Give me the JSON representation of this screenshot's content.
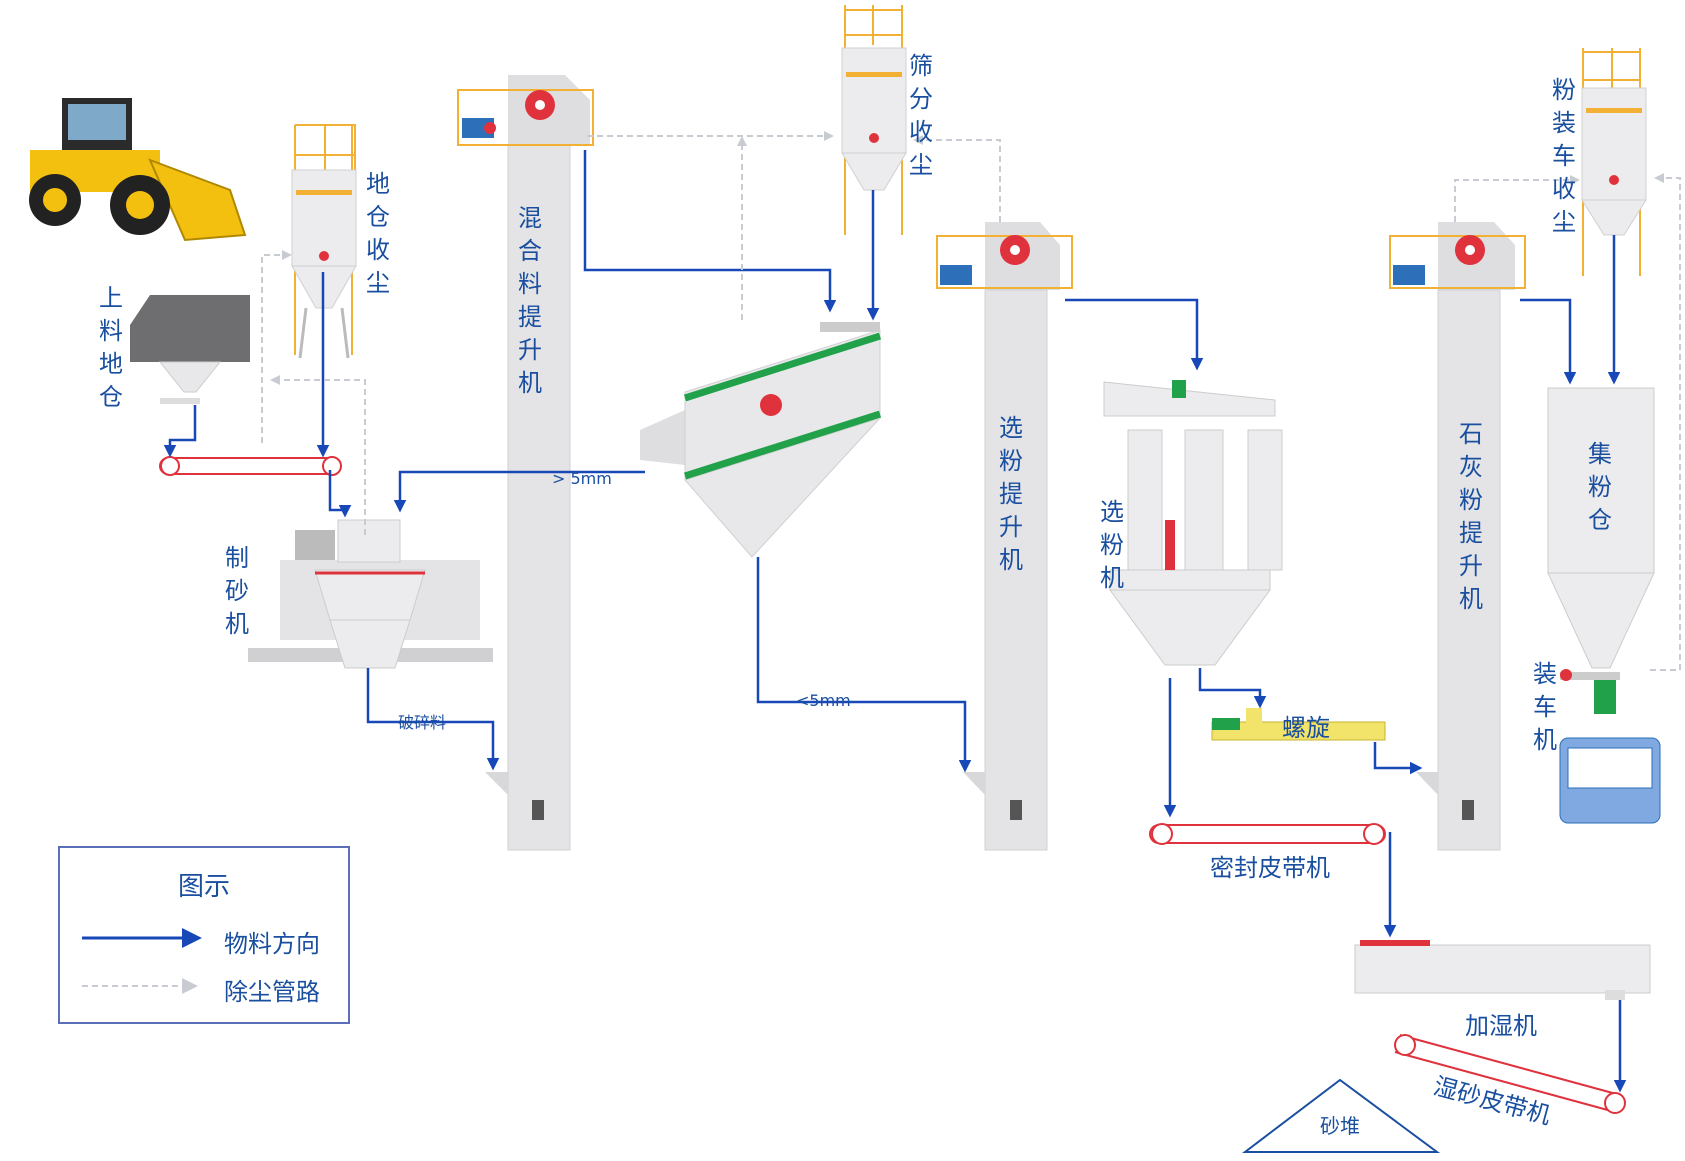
{
  "labels": {
    "hopper": "上\n料\n地\n仓",
    "dust_hopper": "地\n仓\n收\n尘",
    "mix_elevator": "混\n合\n料\n提\n升\n机",
    "dust_screen": "筛\n分\n收\n尘",
    "sand_maker": "制\n砂\n机",
    "select_elevator": "选\n粉\n提\n升\n机",
    "classifier": "选\n粉\n机",
    "lime_elevator": "石\n灰\n粉\n提\n升\n机",
    "dust_loading": "粉\n装\n车\n收\n尘",
    "powder_silo": "集\n粉\n仓",
    "loader": "装\n车\n机",
    "screw": "螺旋",
    "sealed_belt": "密封皮带机",
    "humidifier": "加湿机",
    "wet_belt": "湿砂皮带机",
    "sand_pile": "砂堆",
    "gt5": "> 5mm",
    "lt5": "<5mm",
    "crushed": "破碎料"
  },
  "legend": {
    "title": "图示",
    "material": "物料方向",
    "dust": "除尘管路"
  },
  "colors": {
    "flow": "#1848b8",
    "dust": "#c8ccd2",
    "belt": "#e0323c",
    "machine": "#e4e4e6",
    "screen_green": "#21a24a",
    "frame_orange": "#f2b035"
  }
}
